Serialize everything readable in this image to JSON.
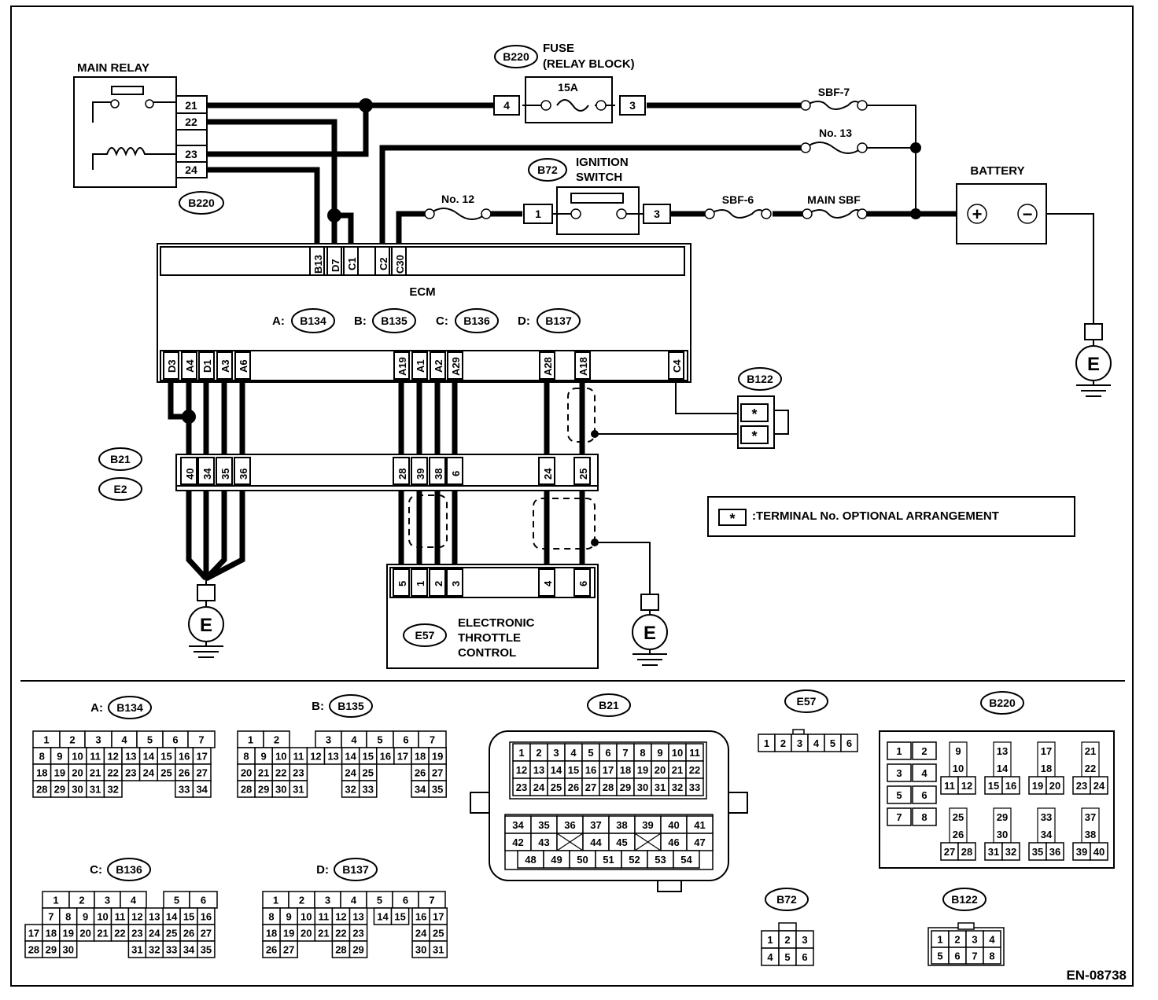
{
  "figure_id": "EN-08738",
  "main_relay": {
    "title": "MAIN RELAY",
    "connector": "B220",
    "pins": [
      "21",
      "22",
      "23",
      "24"
    ]
  },
  "fuse_block": {
    "connector": "B220",
    "title_line1": "FUSE",
    "title_line2": "(RELAY BLOCK)",
    "rating": "15A",
    "pin_left": "4",
    "pin_right": "3"
  },
  "fuses": {
    "sbf7": "SBF-7",
    "no13": "No. 13",
    "no12": "No. 12",
    "sbf6": "SBF-6",
    "main_sbf": "MAIN SBF"
  },
  "ignition": {
    "connector": "B72",
    "title_line1": "IGNITION",
    "title_line2": "SWITCH",
    "pin_left": "1",
    "pin_right": "3"
  },
  "battery": {
    "title": "BATTERY",
    "plus": "+",
    "minus": "−"
  },
  "ground_label": "E",
  "ecm": {
    "title": "ECM",
    "top_pins": [
      "B13",
      "D7",
      "C1",
      "C2",
      "C30"
    ],
    "bottom_pins": [
      "D3",
      "A4",
      "D1",
      "A3",
      "A6",
      "A19",
      "A1",
      "A2",
      "A29",
      "A28",
      "A18",
      "C4"
    ],
    "connectors": [
      {
        "prefix": "A:",
        "code": "B134"
      },
      {
        "prefix": "B:",
        "code": "B135"
      },
      {
        "prefix": "C:",
        "code": "B136"
      },
      {
        "prefix": "D:",
        "code": "B137"
      }
    ]
  },
  "joint": {
    "codes": [
      "B21",
      "E2"
    ],
    "pins": [
      "40",
      "34",
      "35",
      "36",
      "28",
      "39",
      "38",
      "6",
      "24",
      "25"
    ]
  },
  "b122": {
    "code": "B122",
    "pin_marks": [
      "*",
      "*"
    ]
  },
  "legend": {
    "mark": "*",
    "text": ":TERMINAL No. OPTIONAL ARRANGEMENT"
  },
  "throttle": {
    "code": "E57",
    "title_line1": "ELECTRONIC",
    "title_line2": "THROTTLE",
    "title_line3": "CONTROL",
    "pins": [
      "5",
      "1",
      "2",
      "3",
      "4",
      "6"
    ]
  },
  "connector_views": {
    "b134": {
      "prefix": "A:",
      "code": "B134",
      "rows": [
        [
          "1",
          "2",
          "3",
          "4",
          "5",
          "6",
          "7"
        ],
        [
          "8",
          "9",
          "10",
          "11",
          "12",
          "13",
          "14",
          "15",
          "16",
          "17"
        ],
        [
          "18",
          "19",
          "20",
          "21",
          "22",
          "23",
          "24",
          "25",
          "26",
          "27"
        ],
        [
          "28",
          "29",
          "30",
          "31",
          "32",
          "33",
          "34"
        ]
      ]
    },
    "b135": {
      "prefix": "B:",
      "code": "B135",
      "rows": [
        [
          "1",
          "2",
          "3",
          "4",
          "5",
          "6",
          "7"
        ],
        [
          "8",
          "9",
          "10",
          "11",
          "12",
          "13",
          "14",
          "15",
          "16",
          "17",
          "18",
          "19"
        ],
        [
          "20",
          "21",
          "22",
          "23",
          "24",
          "25",
          "26",
          "27"
        ],
        [
          "28",
          "29",
          "30",
          "31",
          "32",
          "33",
          "34",
          "35"
        ]
      ]
    },
    "b136": {
      "prefix": "C:",
      "code": "B136",
      "rows": [
        [
          "1",
          "2",
          "3",
          "4",
          "5",
          "6"
        ],
        [
          "7",
          "8",
          "9",
          "10",
          "11",
          "12",
          "13",
          "14",
          "15",
          "16"
        ],
        [
          "17",
          "18",
          "19",
          "20",
          "21",
          "22",
          "23",
          "24",
          "25",
          "26",
          "27"
        ],
        [
          "28",
          "29",
          "30",
          "31",
          "32",
          "33",
          "34",
          "35"
        ]
      ]
    },
    "b137": {
      "prefix": "D:",
      "code": "B137",
      "rows": [
        [
          "1",
          "2",
          "3",
          "4",
          "5",
          "6",
          "7"
        ],
        [
          "8",
          "9",
          "10",
          "11",
          "12",
          "13",
          "14",
          "15",
          "16",
          "17"
        ],
        [
          "18",
          "19",
          "20",
          "21",
          "22",
          "23",
          "24",
          "25"
        ],
        [
          "26",
          "27",
          "28",
          "29",
          "30",
          "31"
        ]
      ]
    },
    "b21": {
      "code": "B21",
      "rows": [
        [
          "1",
          "2",
          "3",
          "4",
          "5",
          "6",
          "7",
          "8",
          "9",
          "10",
          "11"
        ],
        [
          "12",
          "13",
          "14",
          "15",
          "16",
          "17",
          "18",
          "19",
          "20",
          "21",
          "22"
        ],
        [
          "23",
          "24",
          "25",
          "26",
          "27",
          "28",
          "29",
          "30",
          "31",
          "32",
          "33"
        ],
        [
          "34",
          "35",
          "36",
          "37",
          "38",
          "39",
          "40",
          "41"
        ],
        [
          "42",
          "43",
          "",
          "44",
          "45",
          "",
          "46",
          "47"
        ],
        [
          "48",
          "49",
          "50",
          "51",
          "52",
          "53",
          "54"
        ]
      ]
    },
    "e57": {
      "code": "E57",
      "rows": [
        [
          "1",
          "2",
          "3",
          "4",
          "5",
          "6"
        ]
      ]
    },
    "b220": {
      "code": "B220",
      "rows": [
        [
          "1",
          "2",
          "3",
          "4",
          "5",
          "6",
          "7",
          "8"
        ],
        [
          "9",
          "10",
          "11",
          "12",
          "13",
          "14",
          "15",
          "16",
          "17",
          "18",
          "19",
          "20",
          "21",
          "22",
          "23",
          "24"
        ],
        [
          "25",
          "26",
          "27",
          "28",
          "29",
          "30",
          "31",
          "32",
          "33",
          "34",
          "35",
          "36",
          "37",
          "38",
          "39",
          "40"
        ]
      ]
    },
    "b72": {
      "code": "B72",
      "rows": [
        [
          "1",
          "2",
          "3"
        ],
        [
          "4",
          "5",
          "6"
        ]
      ]
    },
    "b122": {
      "code": "B122",
      "rows": [
        [
          "1",
          "2",
          "3",
          "4"
        ],
        [
          "5",
          "6",
          "7",
          "8"
        ]
      ]
    }
  }
}
